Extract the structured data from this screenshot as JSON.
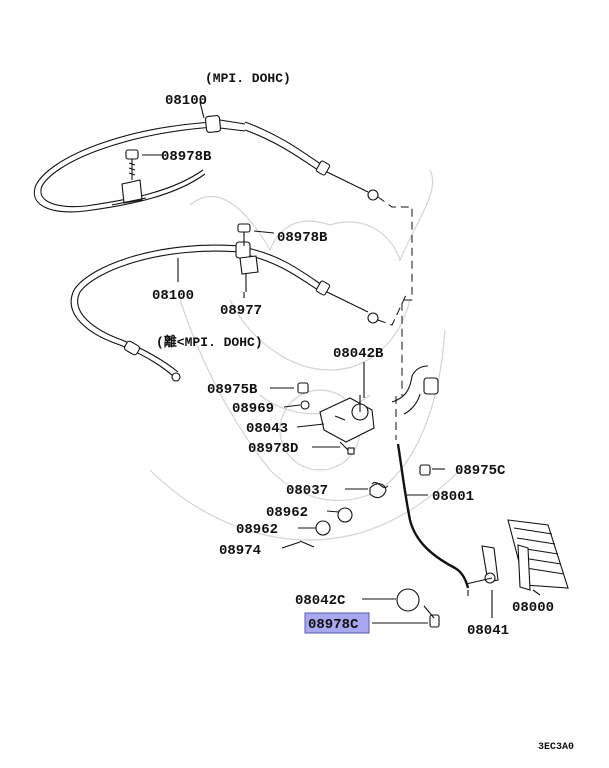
{
  "labels": {
    "var_top": "(MPI. DOHC)",
    "var_mid": "(離<MPI. DOHC)",
    "p08100_top": "08100",
    "p08978b_1": "08978B",
    "p08978b_2": "08978B",
    "p08100_mid": "08100",
    "p08977": "08977",
    "p08042b": "08042B",
    "p08975b": "08975B",
    "p08969": "08969",
    "p08043": "08043",
    "p08978d": "08978D",
    "p08975c": "08975C",
    "p08037": "08037",
    "p08001": "08001",
    "p08962_1": "08962",
    "p08962_2": "08962",
    "p08974": "08974",
    "p08000": "08000",
    "p08042c": "08042C",
    "p08978c": "08978C",
    "p08041": "08041"
  },
  "highlight": {
    "part": "08978C",
    "color": "#a8a8f0"
  },
  "code": "3EC3A0"
}
